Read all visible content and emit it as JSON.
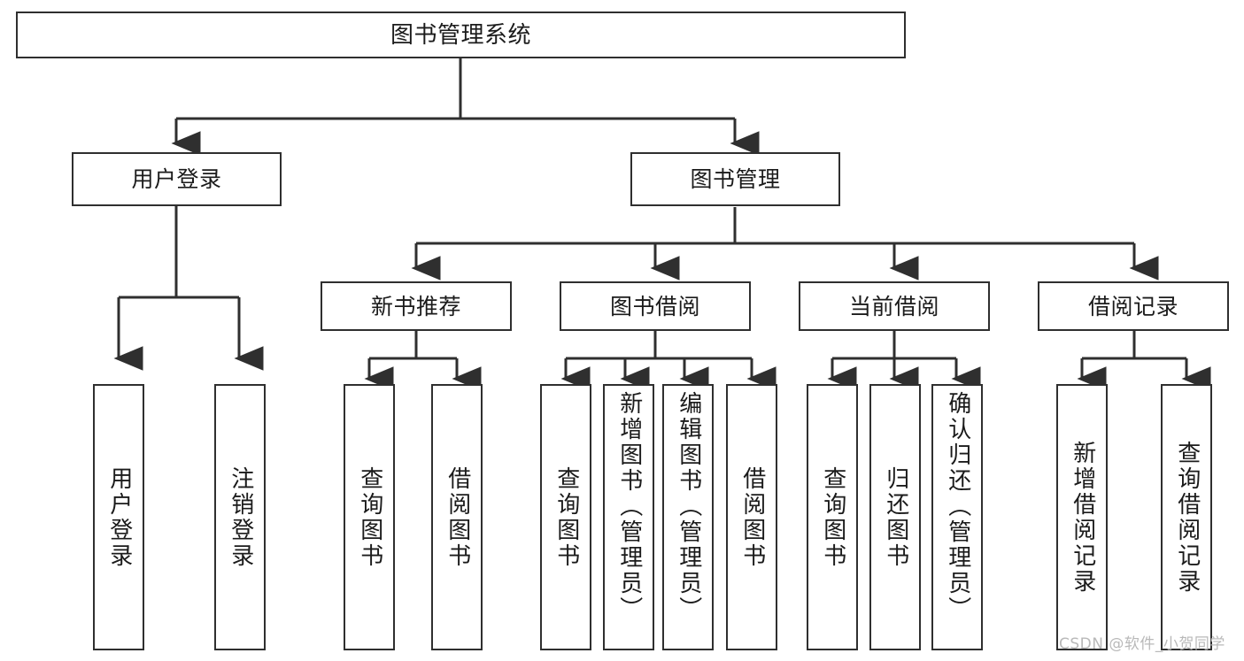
{
  "diagram": {
    "title": "图书管理系统",
    "type": "功能结构图",
    "background": "#ffffff",
    "line_color": "#2f2f2f",
    "text_color": "#1b1b1b"
  },
  "watermark": {
    "text": "CSDN @软件_小贺同学",
    "color": "#b9b9b9"
  },
  "nodes": {
    "root": {
      "label": "图书管理系统"
    },
    "level1": [
      {
        "label": "用户登录"
      },
      {
        "label": "图书管理"
      }
    ],
    "level2": [
      {
        "label": "新书推荐"
      },
      {
        "label": "图书借阅"
      },
      {
        "label": "当前借阅"
      },
      {
        "label": "借阅记录"
      }
    ],
    "leaves": {
      "user_login": [
        {
          "label": "用户登录"
        },
        {
          "label": "注销登录"
        }
      ],
      "new_book_recommend": [
        {
          "label": "查询图书"
        },
        {
          "label": "借阅图书"
        }
      ],
      "book_borrow": [
        {
          "label": "查询图书"
        },
        {
          "label": "新增图书（管理员）"
        },
        {
          "label": "编辑图书（管理员）"
        },
        {
          "label": "借阅图书"
        }
      ],
      "current_borrow": [
        {
          "label": "查询图书"
        },
        {
          "label": "归还图书"
        },
        {
          "label": "确认归还（管理员）"
        }
      ],
      "borrow_record": [
        {
          "label": "新增借阅记录"
        },
        {
          "label": "查询借阅记录"
        }
      ]
    }
  },
  "chart_data": {
    "type": "diagram",
    "title": "图书管理系统",
    "orientation": "top-down tree",
    "tree": {
      "name": "图书管理系统",
      "children": [
        {
          "name": "用户登录",
          "children": [
            {
              "name": "用户登录"
            },
            {
              "name": "注销登录"
            }
          ]
        },
        {
          "name": "图书管理",
          "children": [
            {
              "name": "新书推荐",
              "children": [
                {
                  "name": "查询图书"
                },
                {
                  "name": "借阅图书"
                }
              ]
            },
            {
              "name": "图书借阅",
              "children": [
                {
                  "name": "查询图书"
                },
                {
                  "name": "新增图书（管理员）"
                },
                {
                  "name": "编辑图书（管理员）"
                },
                {
                  "name": "借阅图书"
                }
              ]
            },
            {
              "name": "当前借阅",
              "children": [
                {
                  "name": "查询图书"
                },
                {
                  "name": "归还图书"
                },
                {
                  "name": "确认归还（管理员）"
                }
              ]
            },
            {
              "name": "借阅记录",
              "children": [
                {
                  "name": "新增借阅记录"
                },
                {
                  "name": "查询借阅记录"
                }
              ]
            }
          ]
        }
      ]
    }
  }
}
